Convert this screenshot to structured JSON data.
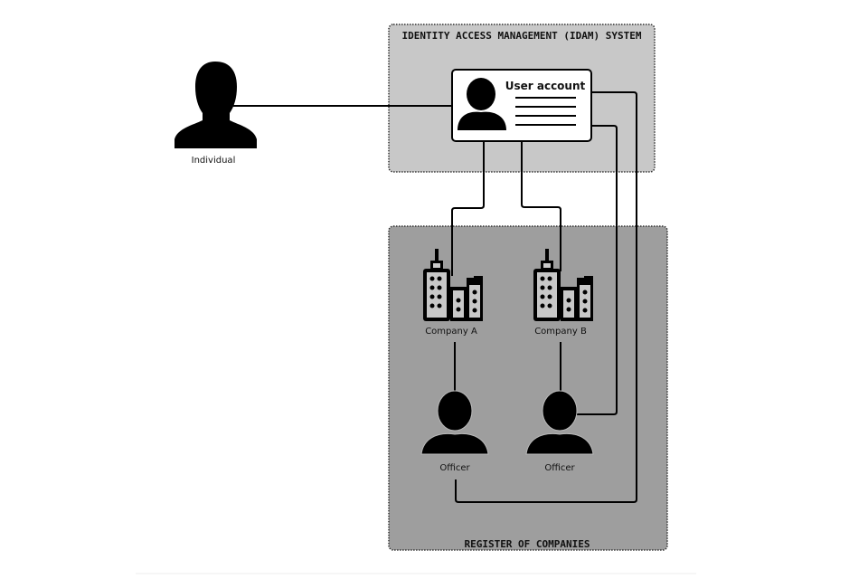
{
  "idam_system": {
    "title": "IDENTITY ACCESS MANAGEMENT (IDAM) SYSTEM",
    "user_account": {
      "label": "User account"
    }
  },
  "individual": {
    "label": "Individual"
  },
  "register": {
    "title": "REGISTER OF COMPANIES",
    "companies": [
      {
        "label": "Company A"
      },
      {
        "label": "Company B"
      }
    ],
    "officers": [
      {
        "label": "Officer"
      },
      {
        "label": "Officer"
      }
    ]
  },
  "colors": {
    "idam_fill": "#c8c8c8",
    "register_fill": "#9e9e9e",
    "line": "#000000",
    "card_fill": "#ffffff"
  }
}
